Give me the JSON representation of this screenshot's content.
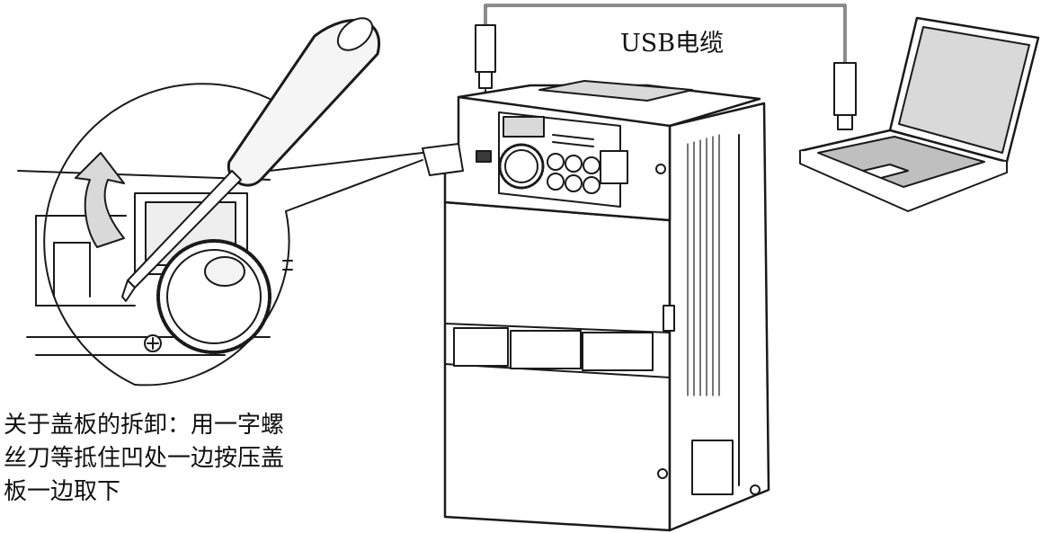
{
  "labels": {
    "usb_cable": "USB电缆"
  },
  "caption": {
    "lines": [
      "关于盖板的拆卸：用一字螺",
      "丝刀等抵住凹处一边按压盖",
      "板一边取下"
    ]
  },
  "colors": {
    "line": "#1a1a1a",
    "fill": "#ffffff",
    "shade": "#d9d9d9",
    "dark": "#3a3a3a"
  },
  "icons": [
    "screwdriver-icon",
    "lift-arrow-icon",
    "usb-connector-icon",
    "laptop-icon",
    "inverter-icon",
    "dial-knob-icon"
  ]
}
